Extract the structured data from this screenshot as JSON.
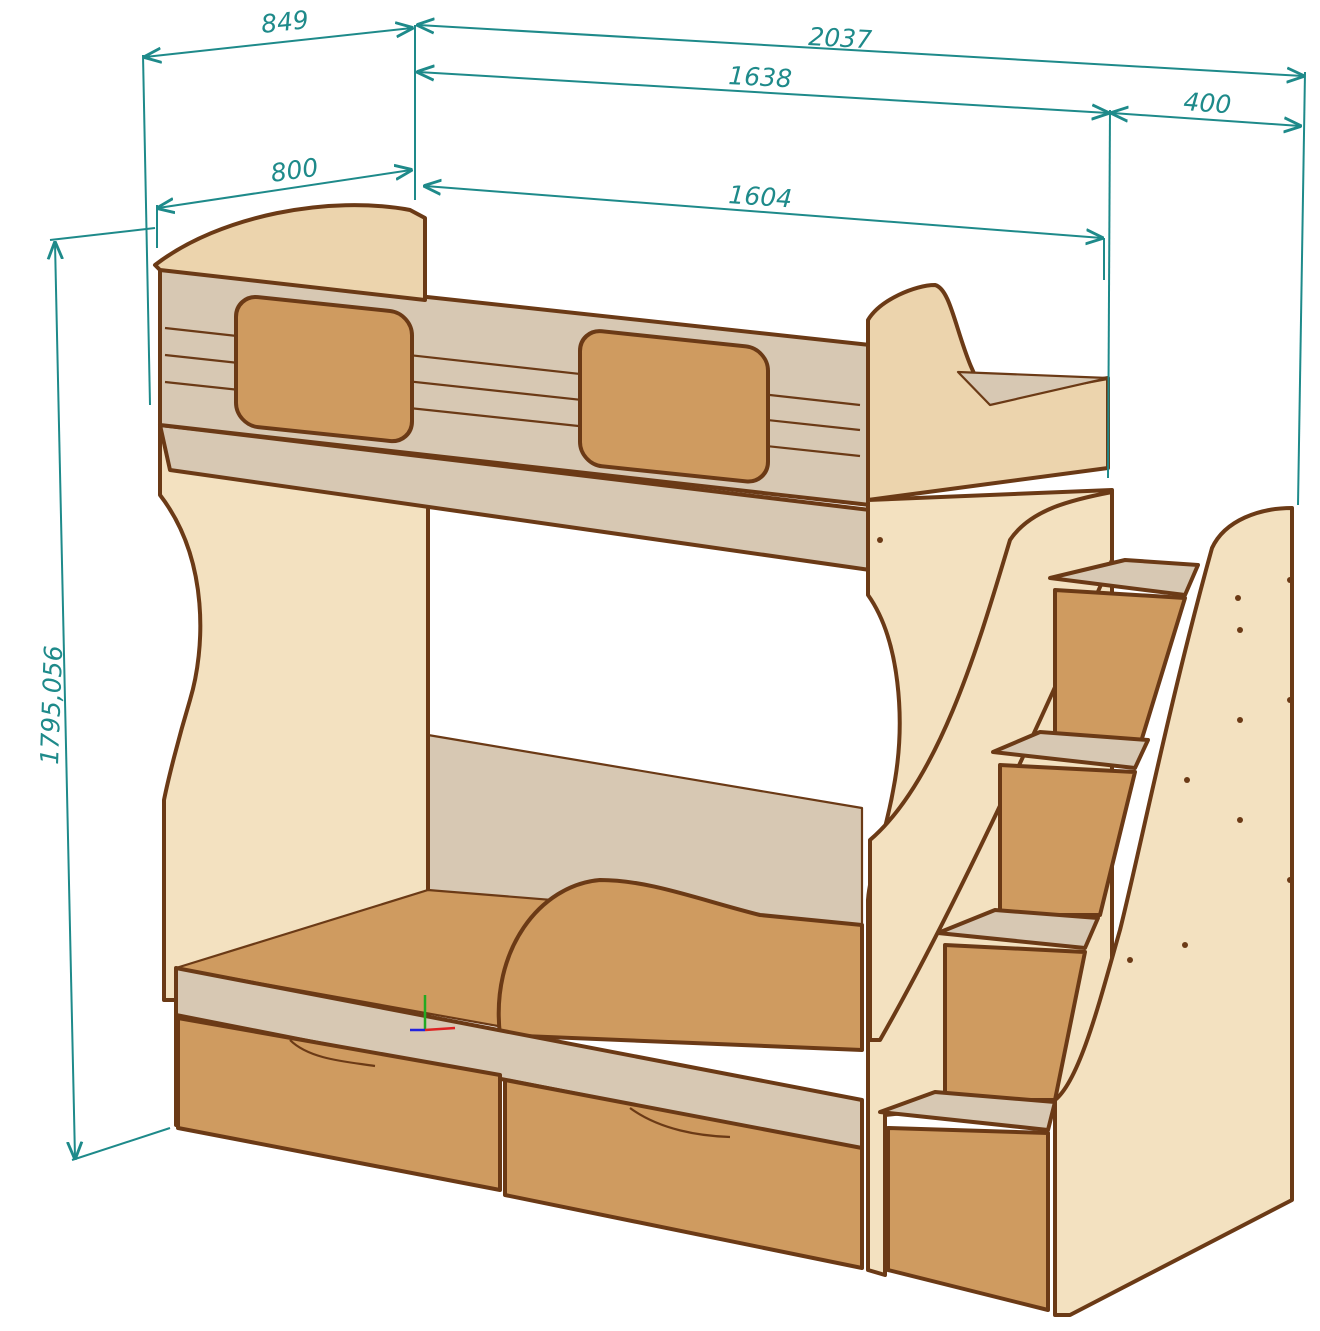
{
  "colors": {
    "dimension": "#1e8a8a",
    "edge_band": "#6b3a16",
    "light_wood": "#f3e1c0",
    "grey_panel": "#d7c8b3",
    "orange_panel": "#cf9b60"
  },
  "dimensions": {
    "depth_overall": "849",
    "length_overall": "2037",
    "length_bed": "1638",
    "stairs_width": "400",
    "depth_inner": "800",
    "length_inner": "1604",
    "height": "1795,056"
  }
}
